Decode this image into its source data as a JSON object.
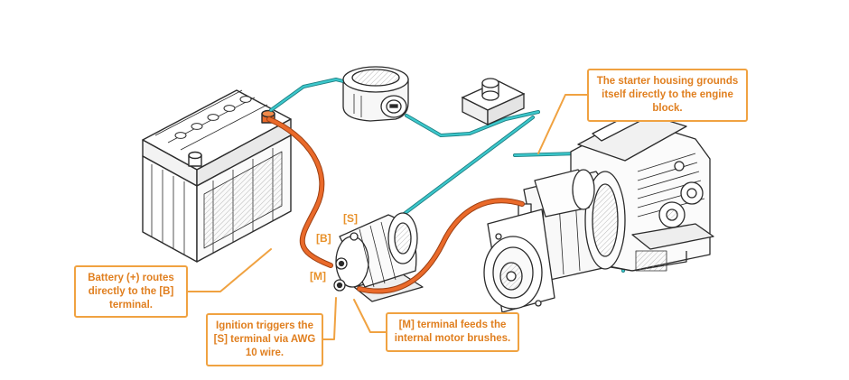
{
  "terminal_labels": {
    "b": "[B]",
    "s": "[S]",
    "m": "[M]"
  },
  "callouts": {
    "housing": "The starter housing grounds itself directly to the engine block.",
    "battery": "Battery (+) routes directly to the [B] terminal.",
    "ignition": "Ignition triggers the [S] terminal via AWG 10 wire.",
    "motor": "[M] terminal feeds the internal motor brushes."
  },
  "colors": {
    "outline": "#2b2b2b",
    "cable_power": "#ea6a2a",
    "wire_signal": "#2fb8bc",
    "accent": "#f0a241",
    "callout_text": "#e07f1f"
  },
  "icons": {
    "battery": "car-battery-icon",
    "ignition": "ignition-switch-icon",
    "button": "push-button-switch-icon",
    "solenoid": "starter-solenoid-icon",
    "starter": "starter-motor-icon",
    "engine": "engine-block-icon"
  }
}
